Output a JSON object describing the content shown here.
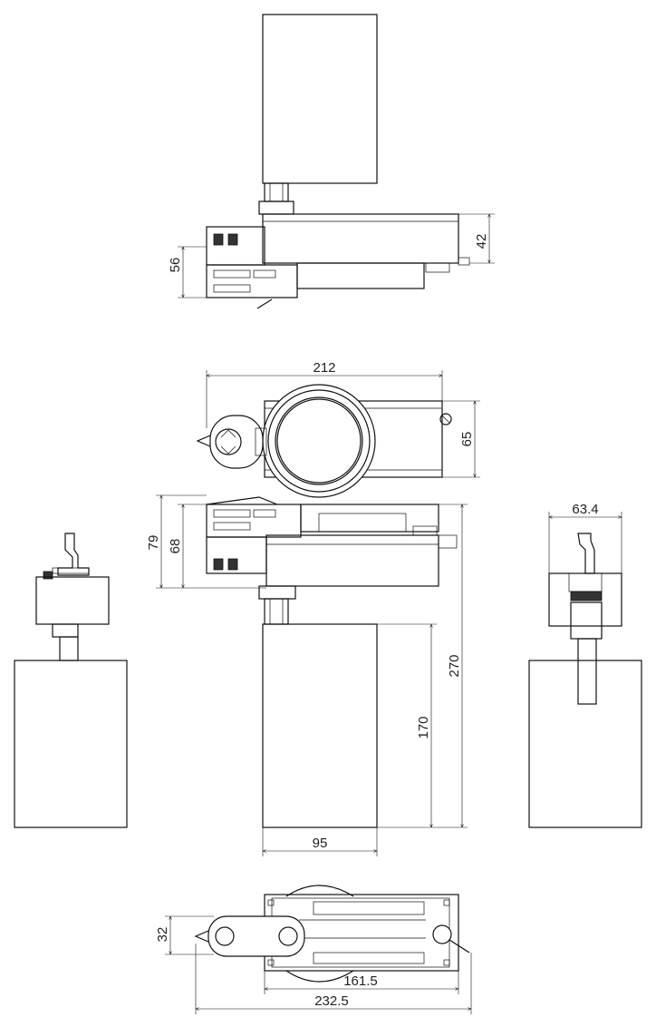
{
  "dimensions": {
    "top_view_height_right": "42",
    "top_view_height_left": "56",
    "plan_width": "212",
    "plan_depth": "65",
    "side_total_height": "79",
    "side_adapter_height": "68",
    "overall_height": "270",
    "head_height": "170",
    "head_diameter": "95",
    "end_width": "63.4",
    "bottom_adapter_height": "32",
    "bottom_body_length": "161.5",
    "bottom_total_length": "232.5"
  },
  "colors": {
    "line": "#111111",
    "background": "#ffffff"
  }
}
